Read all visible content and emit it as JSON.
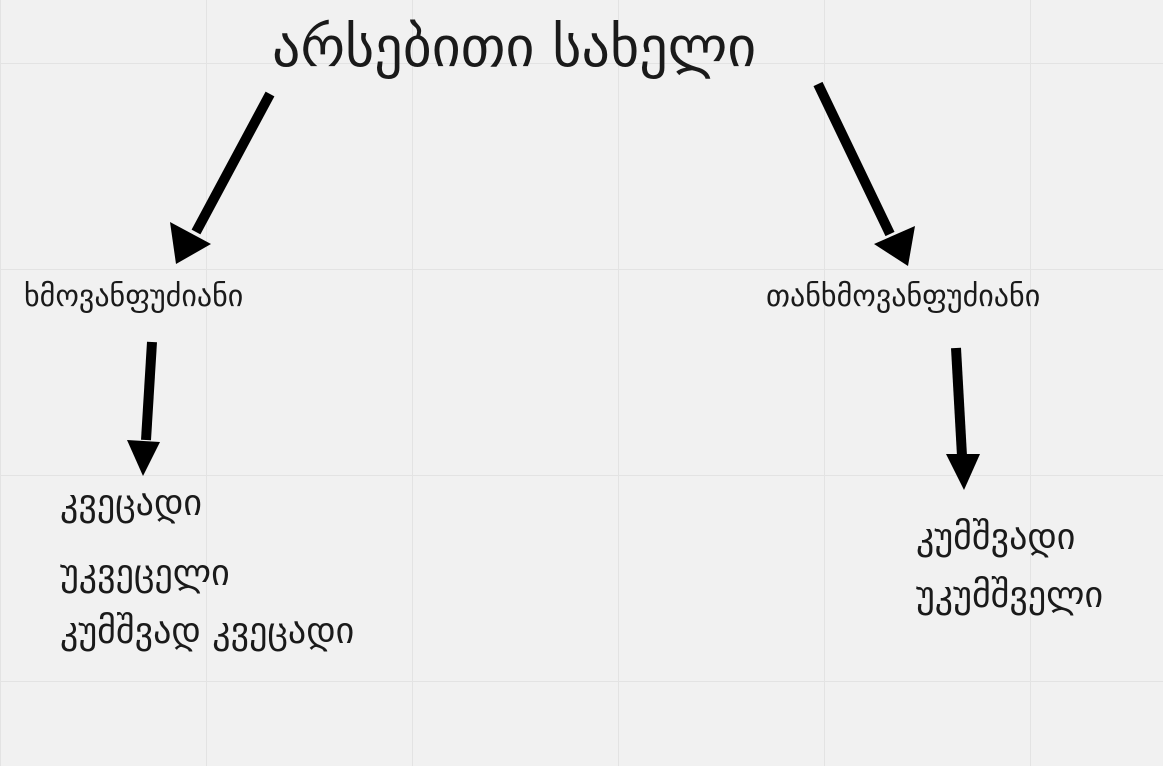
{
  "root": {
    "label": "არსებითი სახელი"
  },
  "branches": [
    {
      "label": "ხმოვანფუძიანი",
      "items": [
        "კვეცადი",
        "უკვეცელი",
        "კუმშვად კვეცადი"
      ]
    },
    {
      "label": "თანხმოვანფუძიანი",
      "items": [
        "კუმშვადი",
        "უკუმშველი"
      ]
    }
  ],
  "colors": {
    "background": "#f1f1f1",
    "grid": "#e3e3e3",
    "ink": "#1a1a1a",
    "arrow": "#000000"
  }
}
